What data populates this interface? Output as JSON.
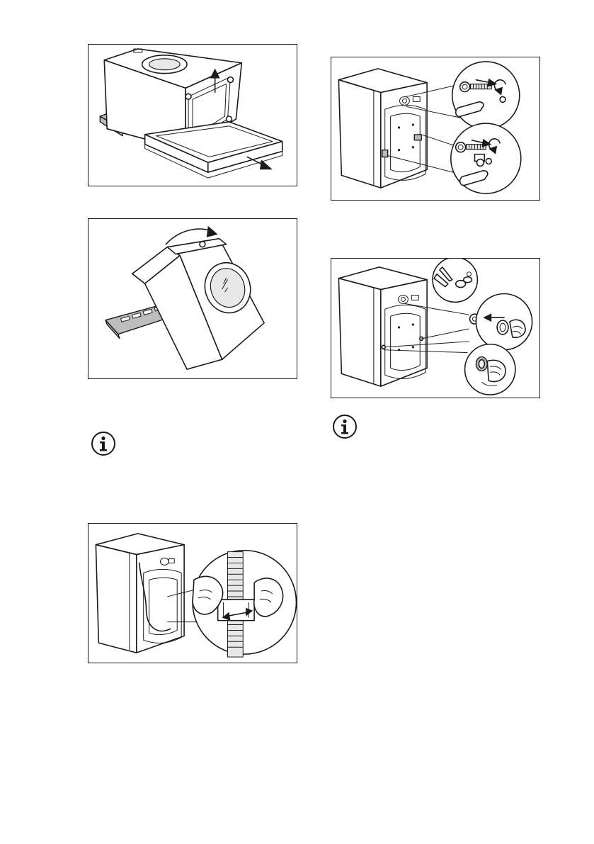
{
  "page": {
    "background": "#ffffff",
    "line_color": "#1a1a1a"
  },
  "figures": [
    {
      "id": "fig-remove-packaging-base",
      "icons": [
        "arrow-up-icon",
        "arrow-out-icon"
      ]
    },
    {
      "id": "fig-tilt-machine",
      "icons": [
        "curved-arrow-icon"
      ]
    },
    {
      "id": "fig-release-hose",
      "icons": [
        "double-arrow-icon"
      ]
    },
    {
      "id": "fig-remove-transit-bolts",
      "icons": [
        "wrench-icon",
        "rotate-arrow-icon"
      ]
    },
    {
      "id": "fig-insert-plastic-caps",
      "icons": [
        "arrow-left-icon"
      ]
    }
  ],
  "info_notes": [
    {
      "icon": "info-icon"
    },
    {
      "icon": "info-icon"
    }
  ]
}
